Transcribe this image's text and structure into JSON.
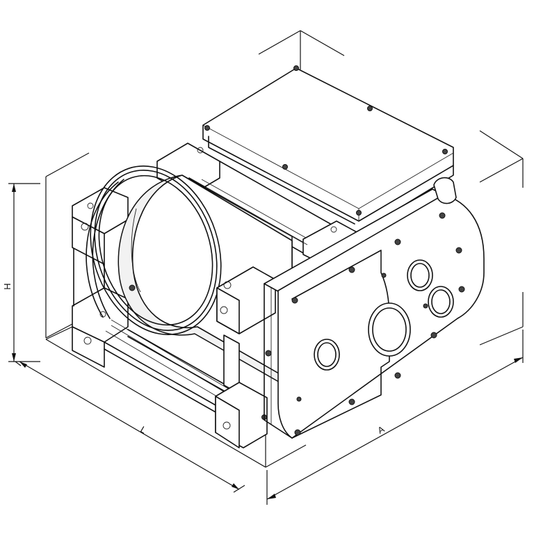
{
  "drawing": {
    "dimension_labels": {
      "height": "H",
      "length": "L",
      "width": "A"
    }
  }
}
